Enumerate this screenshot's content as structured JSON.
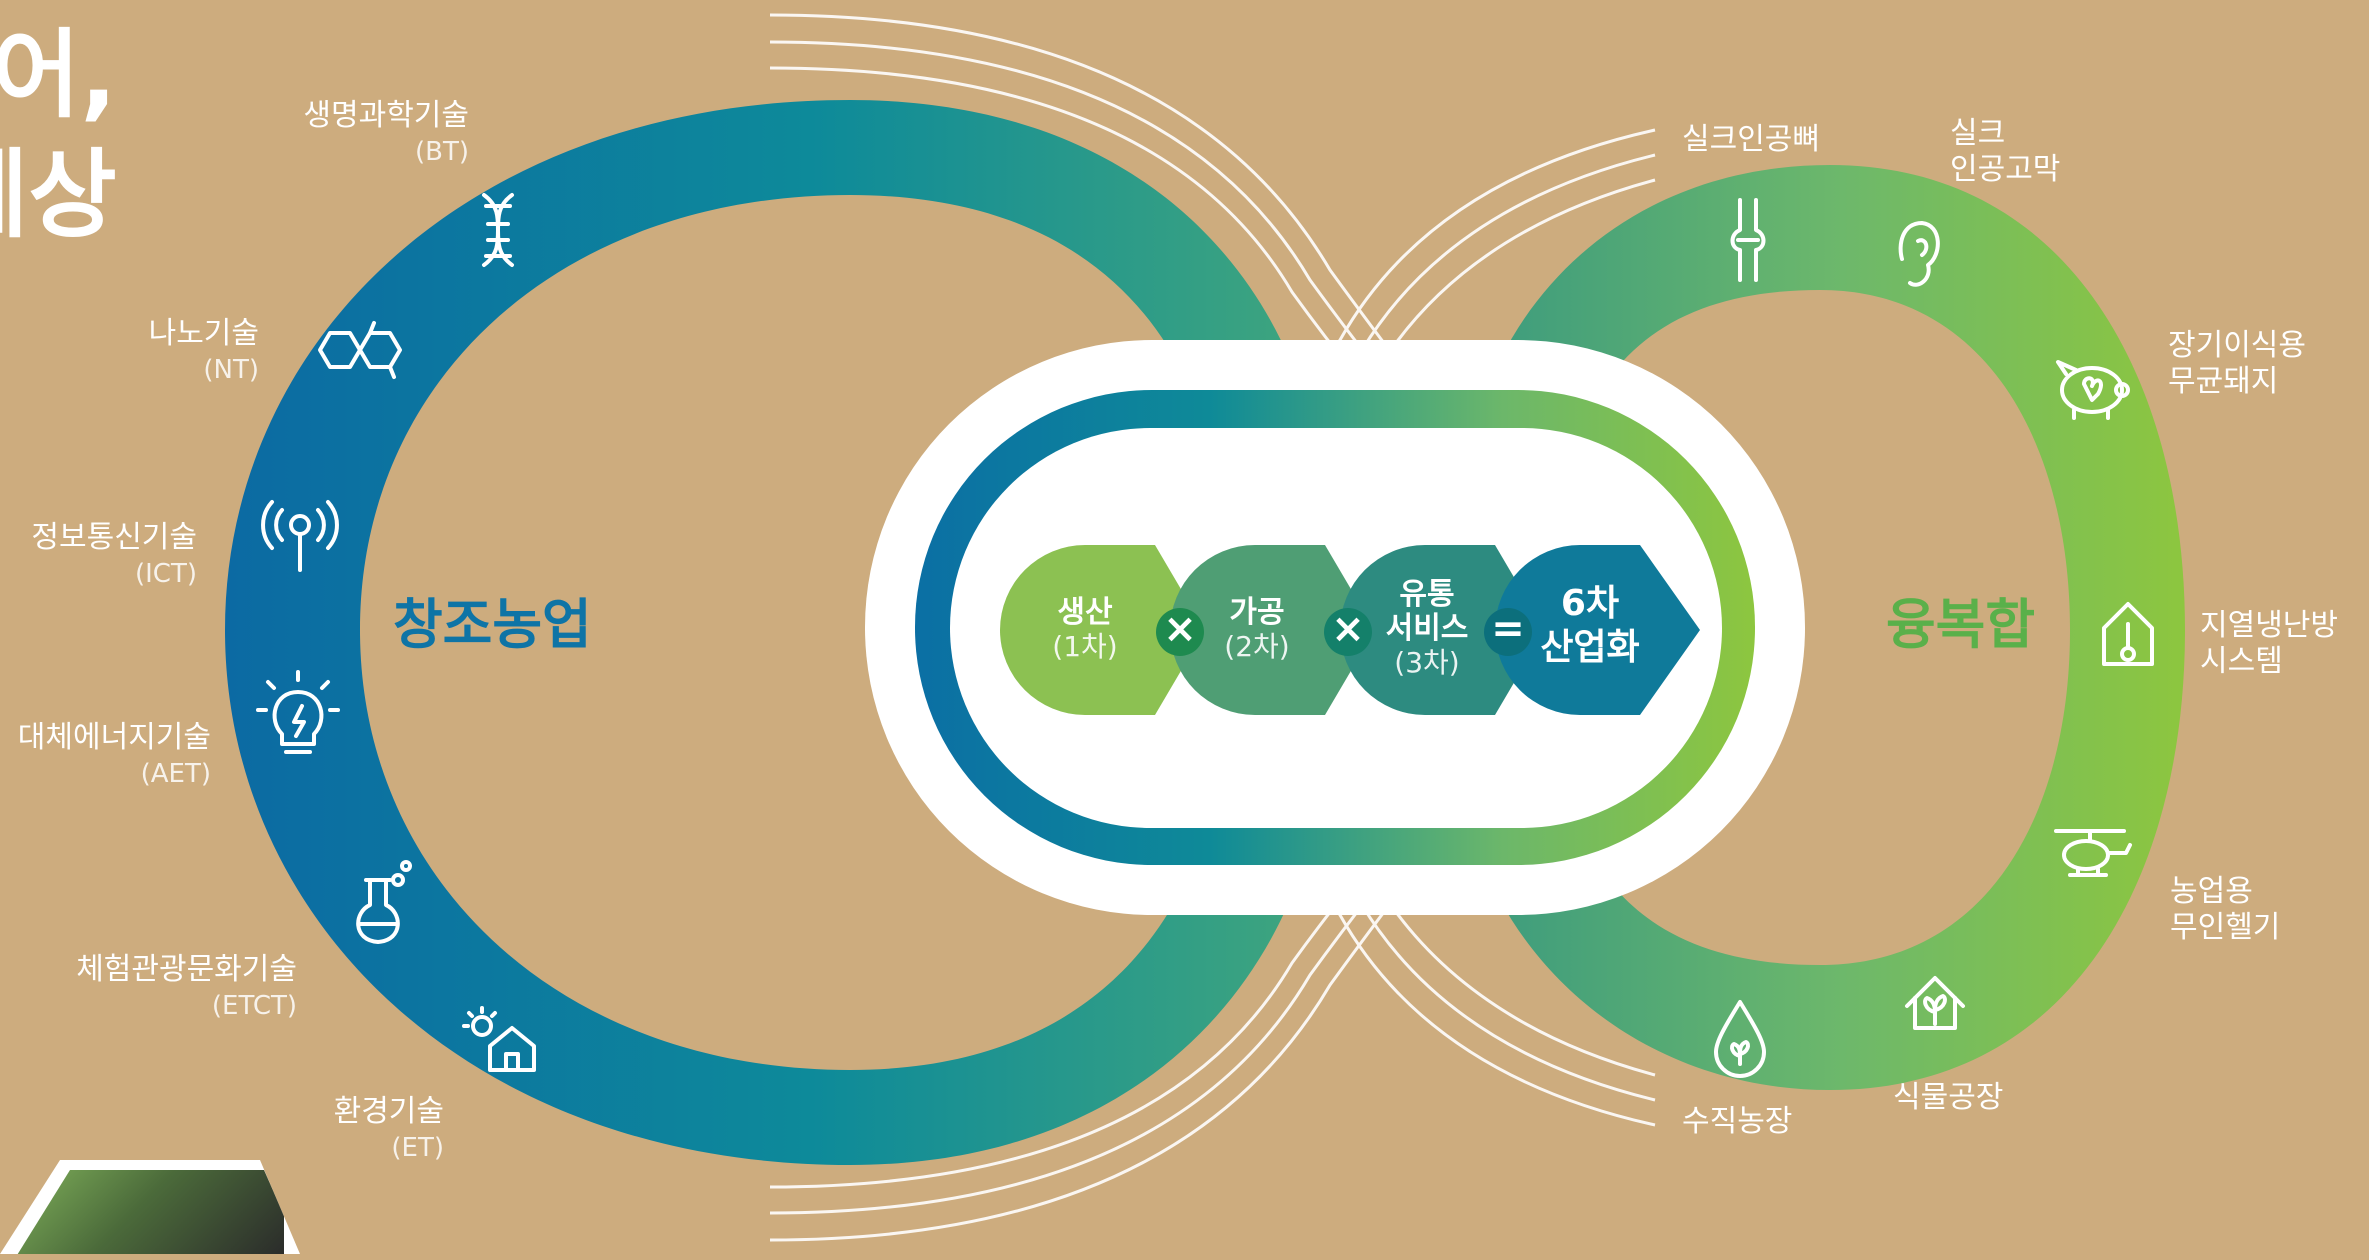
{
  "heading": {
    "line1": "어,",
    "line2": "세상"
  },
  "left_loop": {
    "title": "창조농업",
    "items": [
      {
        "name": "생명과학기술",
        "abbr": "(BT)",
        "icon": "dna-icon"
      },
      {
        "name": "나노기술",
        "abbr": "(NT)",
        "icon": "molecule-icon"
      },
      {
        "name": "정보통신기술",
        "abbr": "(ICT)",
        "icon": "antenna-icon"
      },
      {
        "name": "대체에너지기술",
        "abbr": "(AET)",
        "icon": "lightbulb-icon"
      },
      {
        "name": "체험관광문화기술",
        "abbr": "(ETCT)",
        "icon": "flask-icon"
      },
      {
        "name": "환경기술",
        "abbr": "(ET)",
        "icon": "sun-house-icon"
      }
    ]
  },
  "right_loop": {
    "title": "융복합",
    "items": [
      {
        "name": "실크인공뼈",
        "icon": "bone-joint-icon"
      },
      {
        "name": "실크\n인공고막",
        "icon": "ear-icon"
      },
      {
        "name": "장기이식용\n무균돼지",
        "icon": "pig-icon"
      },
      {
        "name": "지열냉난방\n시스템",
        "icon": "thermometer-house-icon"
      },
      {
        "name": "농업용\n무인헬기",
        "icon": "helicopter-icon"
      },
      {
        "name": "식물공장",
        "icon": "plant-house-icon"
      },
      {
        "name": "수직농장",
        "icon": "water-drop-icon"
      }
    ]
  },
  "center": {
    "steps": [
      {
        "label": "생산",
        "sub": "(1차)"
      },
      {
        "label": "가공",
        "sub": "(2차)"
      },
      {
        "label": "유통\n서비스",
        "sub": "(3차)"
      }
    ],
    "operators": [
      "×",
      "×",
      "="
    ],
    "result": "6차\n산업화"
  },
  "colors": {
    "background": "#cdac7e",
    "blue": "#0e74a6",
    "teal": "#0f8a93",
    "green": "#8dc63f",
    "step1": "#8cc152",
    "step2": "#4f9e74",
    "step3": "#2d8b80",
    "step4": "#0f7a9a"
  }
}
